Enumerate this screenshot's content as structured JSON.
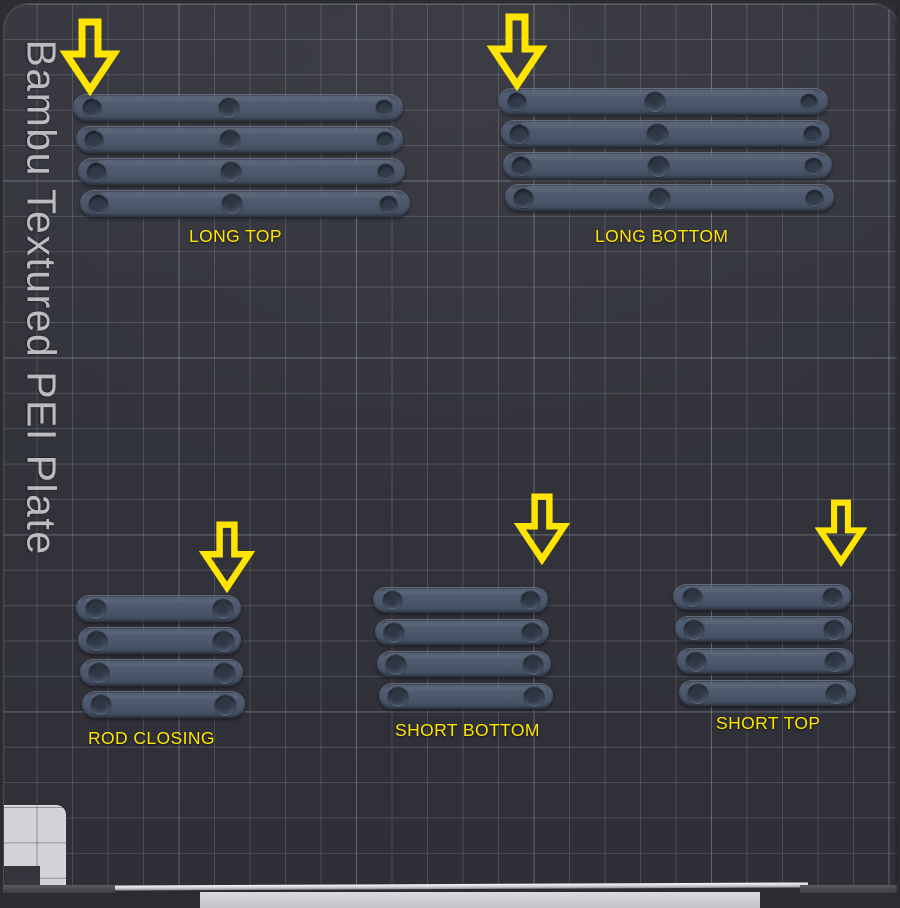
{
  "app": {
    "view_name": "3d-plate-view",
    "plate": {
      "label": "Bambu Textured PEI Plate",
      "background_color": "#34353d",
      "grid_color": "#969aa3",
      "border_color": "#4a4b53"
    },
    "colors": {
      "part_fill": "#4f5a6e",
      "part_highlight": "#5d6a80",
      "hole_shadow": "#2f3846",
      "arrow_yellow": "#ffe500",
      "label_yellow": "#ffe500",
      "viewport_background": "#2e2f34",
      "origin_marker": "#d2d3d7"
    }
  },
  "groups": [
    {
      "id": "long-top",
      "label": "LONG TOP",
      "count": 4,
      "holes_per_part": 3,
      "arrow": "down-arrow-long-top"
    },
    {
      "id": "long-bottom",
      "label": "LONG BOTTOM",
      "count": 4,
      "holes_per_part": 3,
      "arrow": "down-arrow-long-bottom"
    },
    {
      "id": "rod-closing",
      "label": "ROD CLOSING",
      "count": 4,
      "holes_per_part": 2,
      "arrow": "down-arrow-rod-closing"
    },
    {
      "id": "short-bottom",
      "label": "SHORT BOTTOM",
      "count": 4,
      "holes_per_part": 2,
      "arrow": "down-arrow-short-bottom"
    },
    {
      "id": "short-top",
      "label": "SHORT TOP",
      "count": 4,
      "holes_per_part": 2,
      "arrow": "down-arrow-short-top"
    }
  ],
  "labels": {
    "long_top": "LONG TOP",
    "long_bottom": "LONG BOTTOM",
    "rod_closing": "ROD CLOSING",
    "short_bottom": "SHORT BOTTOM",
    "short_top": "SHORT TOP",
    "plate_name": "Bambu Textured PEI Plate"
  }
}
